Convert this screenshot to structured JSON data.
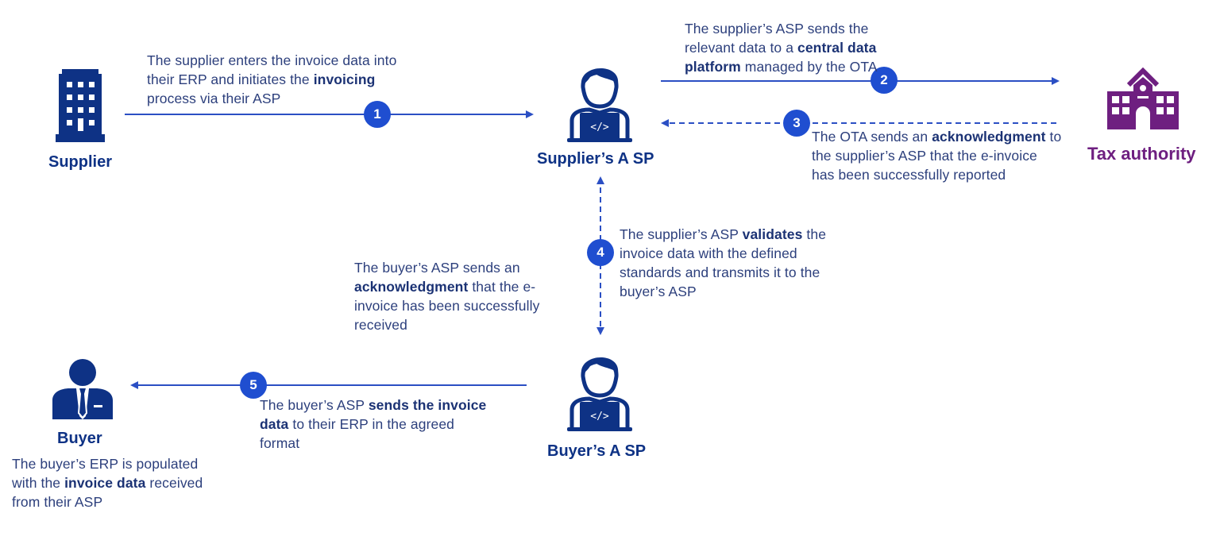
{
  "colors": {
    "primary": "#0e3285",
    "arrow": "#2b4fc4",
    "badge": "#1f4ed0",
    "tax_authority": "#6e1f80",
    "text": "#2c3f7c"
  },
  "actors": {
    "supplier": {
      "label": "Supplier",
      "icon": "office-building-icon"
    },
    "supplier_asp": {
      "label": "Supplier’s A SP",
      "icon": "developer-laptop-icon"
    },
    "tax_authority": {
      "label": "Tax authority",
      "icon": "government-building-icon"
    },
    "buyer": {
      "label": "Buyer",
      "icon": "businessman-icon"
    },
    "buyer_asp": {
      "label": "Buyer’s A SP",
      "icon": "developer-laptop-icon"
    }
  },
  "steps": [
    {
      "number": "1",
      "direction": "supplier-to-supplier-asp",
      "style": "solid",
      "text": [
        {
          "t": "The supplier enters the invoice data into their ERP and initiates the ",
          "b": false
        },
        {
          "t": "invoicing",
          "b": true
        },
        {
          "t": " process via their ASP",
          "b": false
        }
      ]
    },
    {
      "number": "2",
      "direction": "supplier-asp-to-tax-authority",
      "style": "solid",
      "text": [
        {
          "t": "The supplier’s ASP sends the relevant data to a ",
          "b": false
        },
        {
          "t": "central data platform",
          "b": true
        },
        {
          "t": " managed by the OTA",
          "b": false
        }
      ]
    },
    {
      "number": "3",
      "direction": "tax-authority-to-supplier-asp",
      "style": "dashed",
      "text": [
        {
          "t": "The OTA sends an ",
          "b": false
        },
        {
          "t": "acknowledgment",
          "b": true
        },
        {
          "t": " to the supplier’s ASP that the e-invoice has been successfully reported",
          "b": false
        }
      ]
    },
    {
      "number": "4",
      "direction": "bidirectional-supplier-asp-buyer-asp",
      "style": "dashed",
      "text": [
        {
          "t": "The supplier’s ASP ",
          "b": false
        },
        {
          "t": "validates",
          "b": true
        },
        {
          "t": " the invoice data with the defined standards and transmits it to the buyer’s ASP",
          "b": false
        }
      ],
      "return_text": [
        {
          "t": "The buyer’s ASP sends an ",
          "b": false
        },
        {
          "t": "acknowledgment",
          "b": true
        },
        {
          "t": " that the e-invoice has been successfully received",
          "b": false
        }
      ]
    },
    {
      "number": "5",
      "direction": "buyer-asp-to-buyer",
      "style": "solid",
      "text": [
        {
          "t": "The buyer’s ASP ",
          "b": false
        },
        {
          "t": "sends the invoice data",
          "b": true
        },
        {
          "t": " to their ERP in the agreed format",
          "b": false
        }
      ]
    }
  ],
  "buyer_note": [
    {
      "t": "The buyer’s ERP is populated with the ",
      "b": false
    },
    {
      "t": "invoice data",
      "b": true
    },
    {
      "t": " received from their ASP",
      "b": false
    }
  ]
}
